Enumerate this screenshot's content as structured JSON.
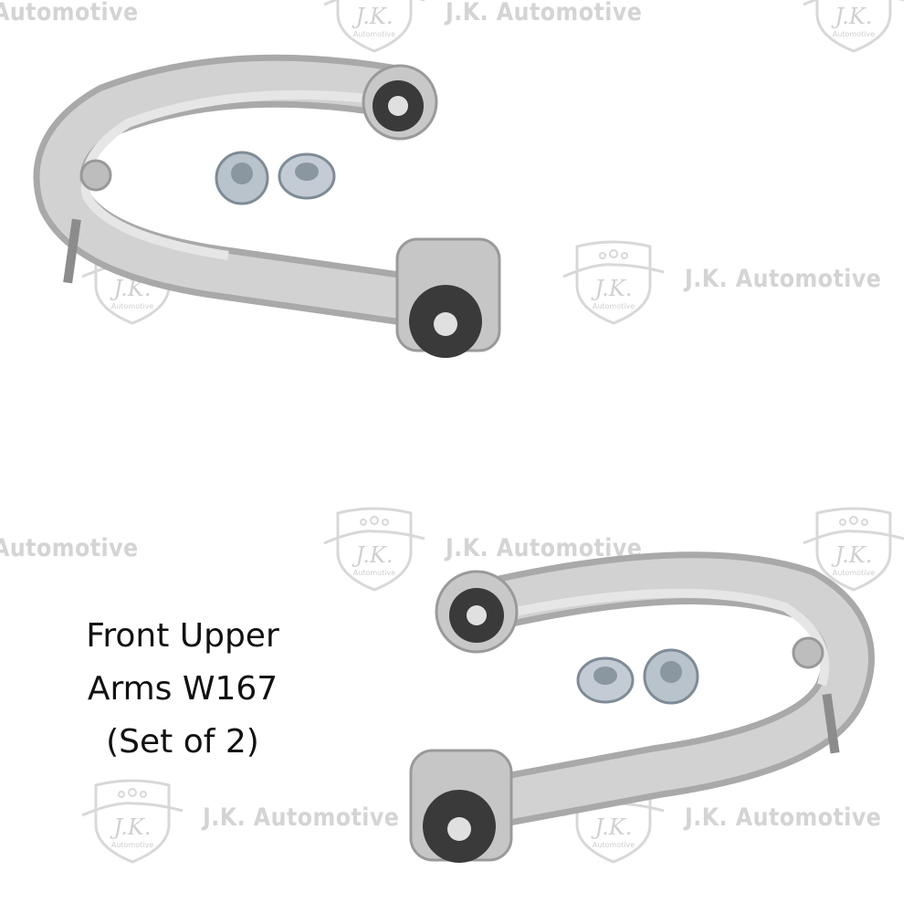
{
  "watermark": {
    "brand": "J.K. Automotive",
    "brand_partial": "Automotive",
    "logo_initials": "J.K.",
    "logo_sub": "Automotive"
  },
  "product": {
    "title_lines": [
      "Front Upper",
      "Arms W167",
      "(Set of 2)"
    ]
  },
  "colors": {
    "watermark": "#d4d4d4",
    "metal": "#c9c9c9",
    "bushing": "#3a3a3a",
    "text": "#111111"
  }
}
